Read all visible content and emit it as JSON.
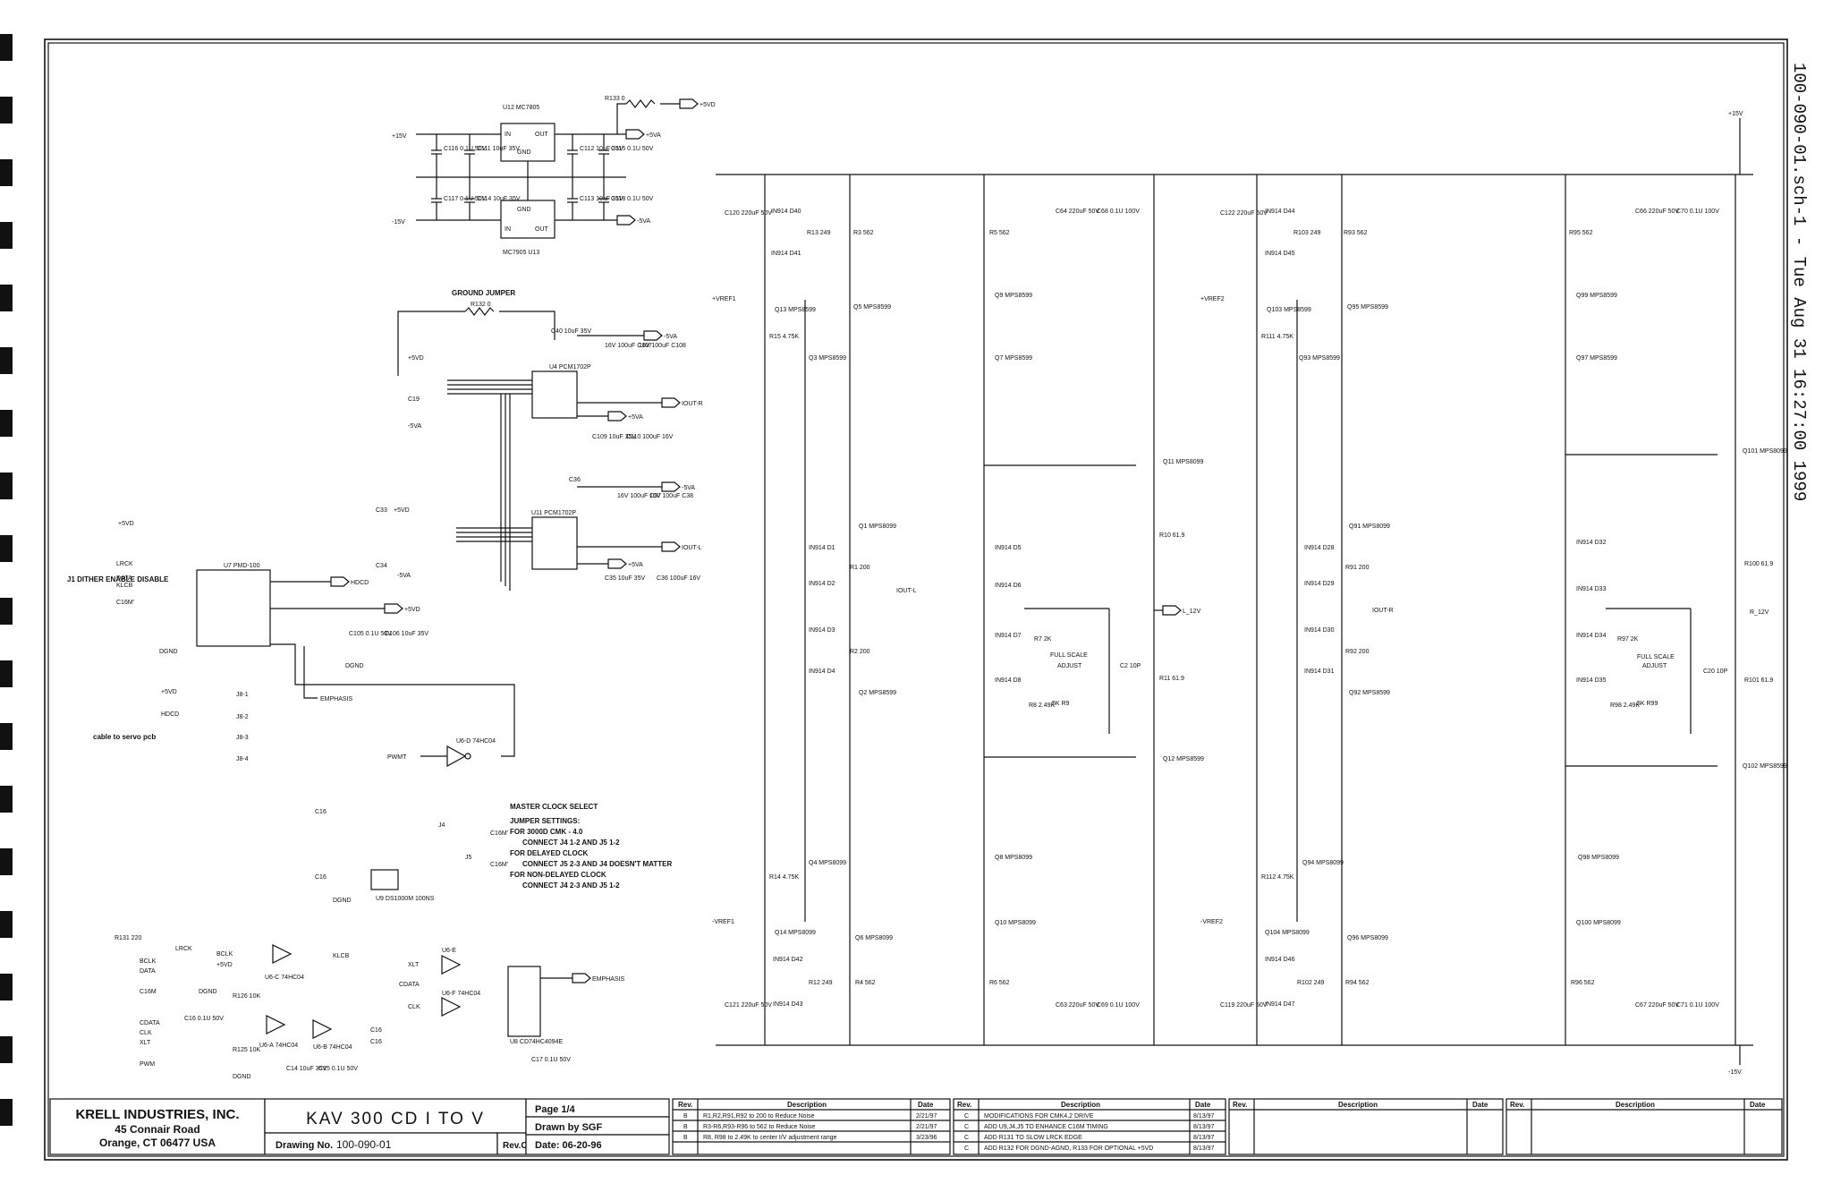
{
  "side_label": "100-090-01.sch-1 - Tue Aug 31 16:27:00 1999",
  "title_block": {
    "company": "KRELL INDUSTRIES, INC.",
    "address1": "45 Connair Road",
    "address2": "Orange, CT 06477 USA",
    "title": "KAV 300 CD I TO V",
    "drawing_label": "Drawing No.",
    "drawing_no": "100-090-01",
    "rev": "Rev.C",
    "page": "Page 1/4",
    "drawn_by": "Drawn by SGF",
    "date": "Date: 06-20-96"
  },
  "revisions": {
    "headers": [
      "Rev.",
      "Description",
      "Date"
    ],
    "table1": [
      {
        "rev": "B",
        "desc": "R1,R2,R91,R92 to 200 to Reduce Noise",
        "date": "2/21/97"
      },
      {
        "rev": "B",
        "desc": "R3-R6,R93-R96 to 562 to Reduce Noise",
        "date": "2/21/97"
      },
      {
        "rev": "B",
        "desc": "R8, R98 to 2.49K to center I/V adjustment range",
        "date": "3/23/96"
      }
    ],
    "table2": [
      {
        "rev": "C",
        "desc": "MODIFICATIONS FOR CMK4.2 DRIVE",
        "date": "8/13/97"
      },
      {
        "rev": "C",
        "desc": "ADD U9,J4,J5 TO ENHANCE C16M TIMING",
        "date": "8/13/97"
      },
      {
        "rev": "C",
        "desc": "ADD R131 TO SLOW LRCK EDGE",
        "date": "8/13/97"
      },
      {
        "rev": "C",
        "desc": "ADD R132 FOR DGND-AGND, R133 FOR OPTIONAL +5VD",
        "date": "8/13/97"
      }
    ]
  },
  "notes": {
    "title": "MASTER CLOCK SELECT",
    "lines": [
      "JUMPER SETTINGS:",
      "FOR 3000D CMK - 4.0",
      "CONNECT J4 1-2 AND J5 1-2",
      "FOR DELAYED CLOCK",
      "CONNECT J5 2-3 AND J4 DOESN'T MATTER",
      "FOR NON-DELAYED CLOCK",
      "CONNECT J4 2-3 AND J5 1-2"
    ]
  },
  "labels": {
    "ground_jumper": "GROUND JUMPER",
    "cable_note": "cable to servo pcb",
    "full_scale_1": "FULL SCALE",
    "full_scale_2": "ADJUST",
    "dither": "J1 DITHER ENABLE DISABLE"
  },
  "nets": {
    "p15": "+15V",
    "m15": "-15V",
    "p5vd": "+5VD",
    "p5va": "+5VA",
    "m5va": "-5VA",
    "iout_r": "IOUT-R",
    "iout_l": "IOUT-L",
    "l_12v": "L_12V",
    "r_12v": "R_12V",
    "vref1p": "+VREF1",
    "vref1m": "-VREF1",
    "vref2p": "+VREF2",
    "vref2m": "-VREF2",
    "hdcd": "HDCD",
    "emphasis": "EMPHASIS",
    "pwmt": "PWMT",
    "dgnd": "DGND",
    "c16": "C16",
    "c16m": "C16M",
    "c16mp": "C16M'",
    "klcb": "KLCB",
    "bclk": "BCLK",
    "lrck": "LRCK",
    "data": "DATA",
    "cdata": "CDATA",
    "clk": "CLK",
    "xlt": "XLT",
    "pwm": "PWM"
  },
  "parts": {
    "u12": "U12 MC7805",
    "u13": "MC7905 U13",
    "u4": "U4 PCM1702P",
    "u11": "U11 PCM1702P",
    "u7": "U7 PMD-100",
    "u8": "U8 CD74HC4094E",
    "u9": "U9 DS1000M 100NS",
    "u6d": "U6-D 74HC04",
    "u6e": "U6-E",
    "u6f": "U6-F 74HC04",
    "u6a": "U6-A 74HC04",
    "u6b": "U6-B 74HC04",
    "u6c": "U6-C 74HC04",
    "q13": "Q13 MPS8599",
    "q5": "Q5 MPS8599",
    "q9": "Q9 MPS8599",
    "q3": "Q3 MPS8599",
    "q7": "Q7 MPS8599",
    "q11": "Q11 MPS8099",
    "q1": "Q1 MPS8099",
    "q2": "Q2 MPS8599",
    "q12": "Q12 MPS8599",
    "q4": "Q4 MPS8099",
    "q8": "Q8 MPS8099",
    "q14": "Q14 MPS8099",
    "q6": "Q6 MPS8099",
    "q10": "Q10 MPS8099",
    "q103": "Q103 MPS8599",
    "q95": "Q95 MPS8599",
    "q99": "Q99 MPS8599",
    "q93": "Q93 MPS8599",
    "q97": "Q97 MPS8599",
    "q101": "Q101 MPS8099",
    "q91": "Q91 MPS8099",
    "q92": "Q92 MPS8599",
    "q102": "Q102 MPS8599",
    "q94": "Q94 MPS8099",
    "q98": "Q98 MPS8099",
    "q104": "Q104 MPS8099",
    "q96": "Q96 MPS8099",
    "q100": "Q100 MPS8099",
    "r13": "R13 249",
    "r3": "R3 562",
    "r5": "R5 562",
    "r15": "R15 4.75K",
    "r1": "R1 200",
    "r2": "R2 200",
    "r7": "R7 2K",
    "r8": "R8 2.49K",
    "r9": "5K R9",
    "r10": "R10 61.9",
    "r11": "R11 61.9",
    "r14": "R14 4.75K",
    "r12": "R12 249",
    "r4": "R4 562",
    "r6": "R6 562",
    "r103": "R103 249",
    "r93": "R93 562",
    "r95": "R95 562",
    "r111": "R111 4.75K",
    "r91": "R91 200",
    "r92": "R92 200",
    "r97": "R97 2K",
    "r98": "R98 2.49K",
    "r99": "5K R99",
    "r100": "R100 61.9",
    "r101": "R101 61.9",
    "r112": "R112 4.75K",
    "r102": "R102 249",
    "r94": "R94 562",
    "r96": "R96 562",
    "r132": "R132 0",
    "r133": "R133 0",
    "r131": "R131 220",
    "r126": "R126 10K",
    "r125": "R125 10K",
    "c120": "C120 220uF 50V",
    "c64": "C64 220uF 50V",
    "c68": "C68 0.1U 100V",
    "c2": "C2 10P",
    "c121": "C121 220uF 50V",
    "c63": "C63 220uF 50V",
    "c69": "C69 0.1U 100V",
    "c122": "C122 220uF 50V",
    "c66": "C66 220uF 50V",
    "c70": "C70 0.1U 100V",
    "c20": "C20 10P",
    "c119": "C119 220uF 50V",
    "c67": "C67 220uF 50V",
    "c71": "C71 0.1U 100V",
    "c116": "C116 0.1U 50V",
    "c111": "C111 10uF 35V",
    "c112": "C112 10uF 35V",
    "c115": "C115 0.1U 50V",
    "c117": "C117 0.1U 50V",
    "c114": "C114 10uF 35V",
    "c113": "C113 10uF 35V",
    "c118": "C118 0.1U 50V",
    "c40": "C40 10uF 35V",
    "c107": "16V 100uF C107",
    "c108": "16V 100uF C108",
    "c36": "C36",
    "c37": "16V 100uF C37",
    "c38": "16V 100uF C38",
    "c35": "C35 10uF 35V",
    "c36b": "C36 100uF 16V",
    "c109": "C109 10uF 35V",
    "c110": "C110 100uF 16V",
    "c33": "C33",
    "c34": "C34",
    "c19": "C19",
    "c105": "C105 0.1U 50V",
    "c106": "C106 10uF 35V",
    "c16": "C16 0.1U 50V",
    "c14": "C14 10uF 35V",
    "c15": "C15 0.1U 50V",
    "c17": "C17 0.1U 50V",
    "j4": "J4",
    "j5": "J5",
    "j8_1": "J8-1",
    "j8_2": "J8-2",
    "j8_3": "J8-3",
    "j8_4": "J8-4"
  },
  "diodes": {
    "d40": "IN914 D40",
    "d41": "IN914 D41",
    "d1": "IN914 D1",
    "d2": "IN914 D2",
    "d3": "IN914 D3",
    "d4": "IN914 D4",
    "d5": "IN914 D5",
    "d6": "IN914 D6",
    "d7": "IN914 D7",
    "d8": "IN914 D8",
    "d42": "IN914 D42",
    "d43": "IN914 D43",
    "d44": "IN914 D44",
    "d45": "IN914 D45",
    "d28": "IN914 D28",
    "d29": "IN914 D29",
    "d30": "IN914 D30",
    "d31": "IN914 D31",
    "d32": "IN914 D32",
    "d33": "IN914 D33",
    "d34": "IN914 D34",
    "d35": "IN914 D35",
    "d46": "IN914 D46",
    "d47": "IN914 D47"
  }
}
